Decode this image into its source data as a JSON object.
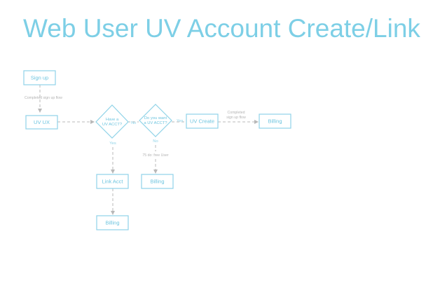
{
  "title": "Web User UV Account Create/Link",
  "colors": {
    "title": "#7dcfe6",
    "node_stroke": "#8fd3e8",
    "node_text": "#6cc4df",
    "edge": "#b8b8b8",
    "edge_text": "#b3b3b3"
  },
  "nodes": {
    "sign_up": "Sign up",
    "uv_ux": "UV UX",
    "have_uv_acct": [
      "Have a",
      "UV ACCT?"
    ],
    "want_uv_acct": [
      "Do you want",
      "a UV ACCT?"
    ],
    "uv_create": "UV Create",
    "billing_right": "Billing",
    "link_acct": "Link Acct",
    "billing_middle": "Billing",
    "billing_bottom": "Billing"
  },
  "edge_labels": {
    "completed_signup": "Completed sign up flow",
    "no": "No",
    "yes_right": "Yes",
    "completed_signup_right": [
      "Completed",
      "sign up flow"
    ],
    "yes_down": "Yes",
    "no_down": "No",
    "free_user": "75 do: free User"
  }
}
